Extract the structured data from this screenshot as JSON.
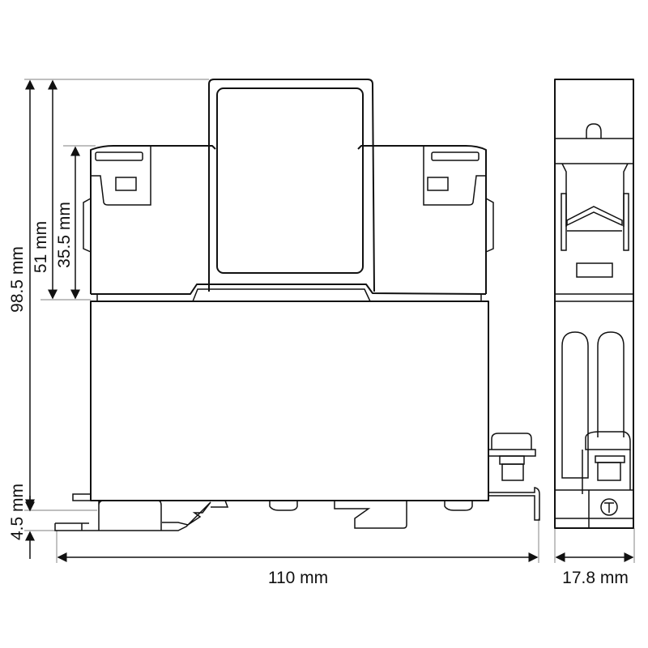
{
  "dimensions": {
    "height_total": "98.5 mm",
    "height_upper": "51 mm",
    "height_housing": "35.5 mm",
    "height_base": "4.5 mm",
    "width_front": "110 mm",
    "width_side": "17.8 mm"
  },
  "colors": {
    "line": "#111111",
    "extension_line": "#999999"
  }
}
